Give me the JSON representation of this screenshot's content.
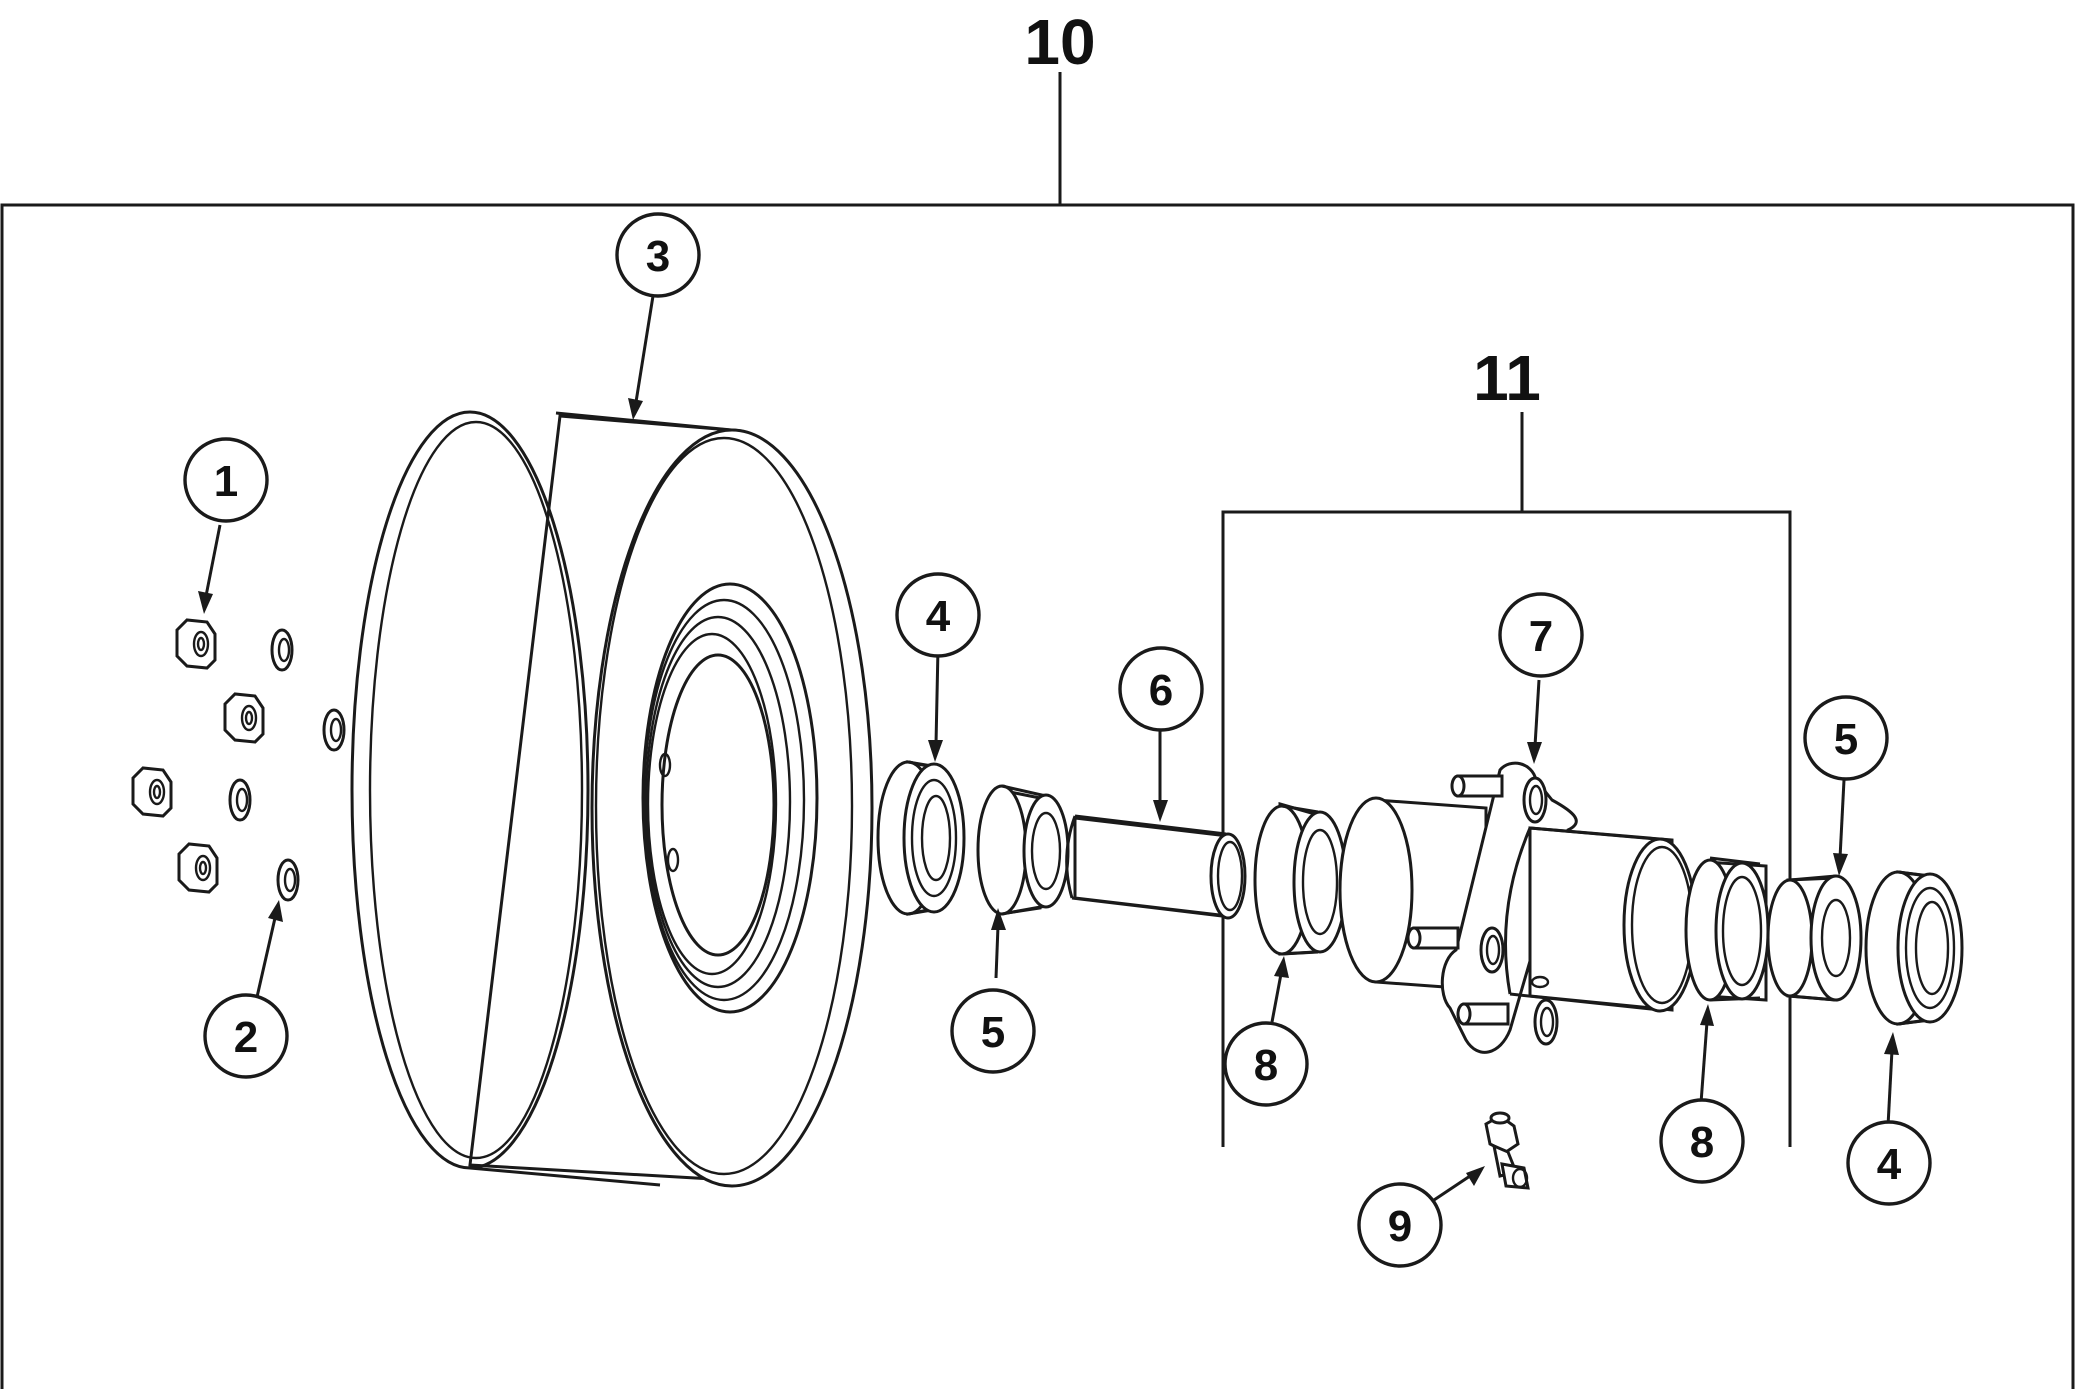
{
  "assembly_labels": {
    "assembly_10": "10",
    "assembly_11": "11"
  },
  "callouts": {
    "c1": "1",
    "c2": "2",
    "c3": "3",
    "c4_left": "4",
    "c5_left": "5",
    "c6": "6",
    "c7": "7",
    "c8_left": "8",
    "c8_right": "8",
    "c5_right": "5",
    "c4_right": "4",
    "c9": "9"
  },
  "colors": {
    "line": "#1a1a1a",
    "background": "#ffffff"
  }
}
